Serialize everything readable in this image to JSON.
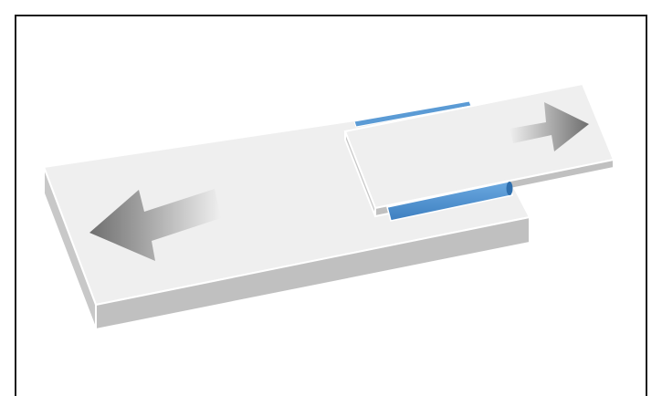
{
  "diagram": {
    "colors": {
      "border": "#1a1a1a",
      "surface_top": "#efefef",
      "surface_side": "#c4c4c4",
      "surface_front": "#bdbdbd",
      "outline": "#ffffff",
      "rail_blue": "#5b9bd5",
      "rail_blue_dark": "#2f6fae",
      "arrow_dark": "#6e6e6e",
      "arrow_light": "#efefef"
    },
    "elements": {
      "base_plate": "base-plate",
      "slider_plate": "slider-plate",
      "rail_back": "rail",
      "rail_front": "rail",
      "arrow_left": "arrow-left-icon",
      "arrow_right": "arrow-right-icon"
    }
  }
}
